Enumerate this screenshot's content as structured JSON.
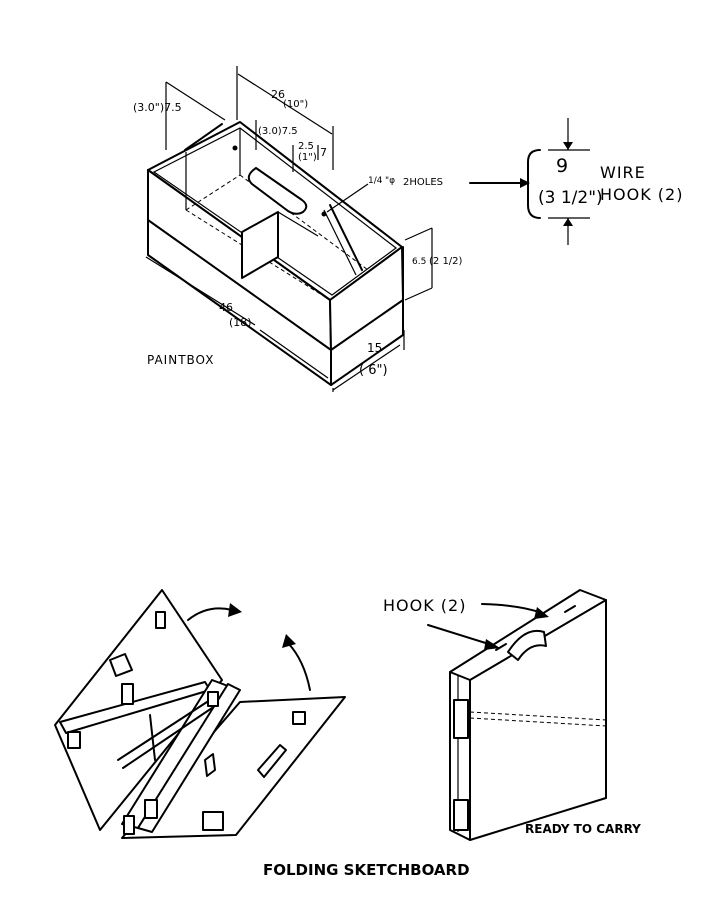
{
  "paintbox": {
    "caption": "PAINTBOX",
    "dim_top_length": "26",
    "dim_top_length_in": "(10\")",
    "dim_end_height": "(3.0\")7.5",
    "dim_slot_width": "(3.0)7.5",
    "dim_slot_length": "2.5",
    "dim_slot_length_in": "(1\")",
    "dim_slot_7": "7",
    "holes_note_fraction": "1/4",
    "holes_note_symbol": "\"φ",
    "holes_note": "2HOLES",
    "dim_height": "6.5",
    "dim_height_in": "(2 1/2)",
    "dim_length": "46",
    "dim_length_in": "(18)",
    "dim_width": "15",
    "dim_width_in": "( 6\")"
  },
  "wire_hook": {
    "dim_value": "9",
    "dim_value_in": "(3 1/2\")",
    "label_line1": "WIRE",
    "label_line2": "HOOK (2)"
  },
  "sketchboard": {
    "caption": "FOLDING SKETCHBOARD",
    "hook_label": "HOOK (2)",
    "ready_label": "READY TO CARRY"
  }
}
